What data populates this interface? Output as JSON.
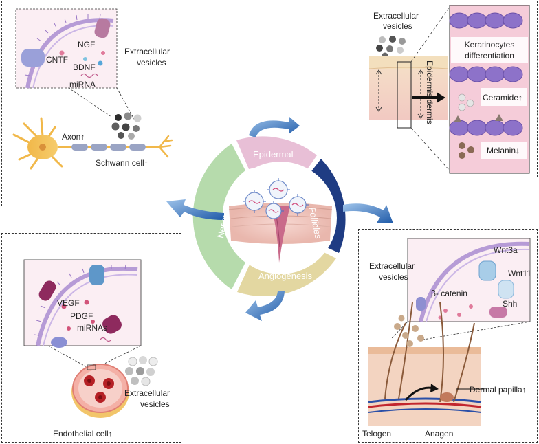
{
  "center": {
    "segments": {
      "epidermal": "Epidermal",
      "follicles": "Follicles",
      "angiogenesis": "Angiogenesis",
      "nerve": "Nerve"
    }
  },
  "nerve_panel": {
    "ev_label_line1": "Extracellular",
    "ev_label_line2": "vesicles",
    "cargo": [
      "NGF",
      "CNTF",
      "BDNF",
      "miRNA"
    ],
    "axon": "Axon↑",
    "schwann": "Schwann cell↑"
  },
  "epidermal_panel": {
    "ev_label_line1": "Extracellular",
    "ev_label_line2": "vesicles",
    "keratinocytes_line1": "Keratinocytes",
    "keratinocytes_line2": "differentiation",
    "ceramide": "Ceramide↑",
    "melanin": "Melanin↓",
    "layer_label": "Epidermis dermis"
  },
  "angio_panel": {
    "cargo": [
      "VEGF",
      "PDGF",
      "miRNAs"
    ],
    "ev_label_line1": "Extracellular",
    "ev_label_line2": "vesicles",
    "endothelial": "Endothelial cell↑"
  },
  "follicle_panel": {
    "ev_label_line1": "Extracellular",
    "ev_label_line2": "vesicles",
    "signals": [
      "Wnt3a",
      "Wnt11",
      "β- catenin",
      "Shh"
    ],
    "dermal_papilla": "Dermal papilla↑",
    "telogen": "Telogen",
    "anagen": "Anagen"
  },
  "colors": {
    "epidermal": "#e8bfd6",
    "follicles": "#1f3c83",
    "angiogenesis": "#e3d7a1",
    "nerve": "#b6dbac",
    "arrow": "#2f6db3"
  }
}
